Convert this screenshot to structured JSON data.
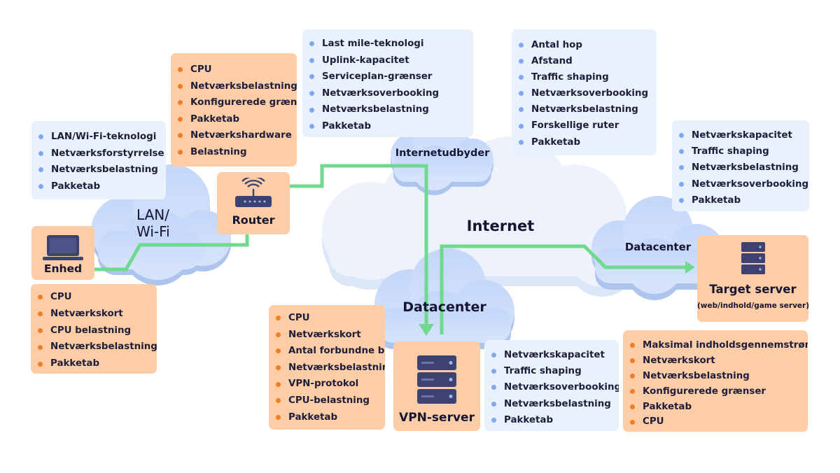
{
  "nodes": {
    "enhed": "Enhed",
    "lan": "LAN/\nWi-Fi",
    "router": "Router",
    "isp": "Internetudbyder",
    "internet": "Internet",
    "datacenter_vpn": "Datacenter",
    "vpn_server": "VPN-server",
    "datacenter_target": "Datacenter",
    "target_server": "Target server",
    "target_server_sub": "(web/indhold/game server)"
  },
  "lists": {
    "enhed": [
      "CPU",
      "Netværkskort",
      "CPU belastning",
      "Netværksbelastning",
      "Pakketab"
    ],
    "lan": [
      "LAN/Wi-Fi-teknologi",
      "Netværksforstyrrelse",
      "Netværksbelastning",
      "Pakketab"
    ],
    "router": [
      "CPU",
      "Netværksbelastning",
      "Konfigurerede grænser",
      "Pakketab",
      "Netværkshardware",
      "Belastning"
    ],
    "isp": [
      "Last mile-teknologi",
      "Uplink-kapacitet",
      "Serviceplan-grænser",
      "Netværksoverbooking",
      "Netværksbelastning",
      "Pakketab"
    ],
    "internet": [
      "Antal hop",
      "Afstand",
      "Traffic shaping",
      "Netværksoverbooking",
      "Netværksbelastning",
      "Forskellige ruter",
      "Pakketab"
    ],
    "datacenter_target": [
      "Netværkskapacitet",
      "Traffic shaping",
      "Netværksbelastning",
      "Netværksoverbooking",
      "Pakketab"
    ],
    "vpn_server": [
      "CPU",
      "Netværkskort",
      "Antal forbundne brugere",
      "Netværksbelastning",
      "VPN-protokol",
      "CPU-belastning",
      "Pakketab"
    ],
    "datacenter_vpn": [
      "Netværkskapacitet",
      "Traffic shaping",
      "Netværksoverbooking",
      "Netværksbelastning",
      "Pakketab"
    ],
    "target_server": [
      "Maksimal indholdsgennemstrømning",
      "Netværkskort",
      "Netværksbelastning",
      "Konfigurerede grænser",
      "Pakketab",
      "CPU"
    ]
  },
  "colors": {
    "orange_box": "#fdcda7",
    "orange_bullet": "#f27d22",
    "blue_box": "#e9f1fc",
    "blue_bullet": "#7ea8f0",
    "cloud": "#c9dbfa",
    "connection": "#6fd98e",
    "server": "#3d4270"
  },
  "icons": [
    "laptop-icon",
    "router-icon",
    "server-icon"
  ]
}
